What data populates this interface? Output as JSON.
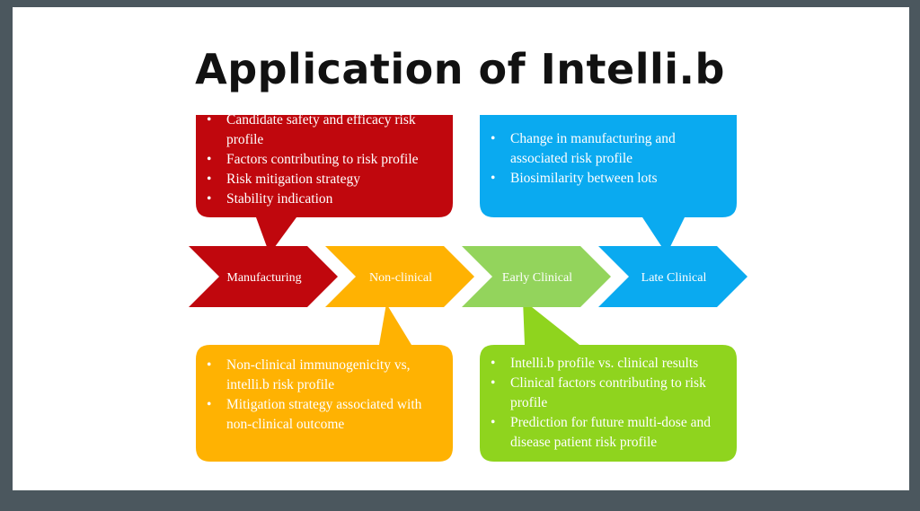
{
  "title": "Application of Intelli.b",
  "colors": {
    "red": "#c0070d",
    "orange": "#ffb202",
    "green": "#8fd41e",
    "light_green": "#93d45c",
    "blue": "#0aaaf0"
  },
  "steps": [
    {
      "label": "Manufacturing"
    },
    {
      "label": "Non-clinical"
    },
    {
      "label": "Early Clinical"
    },
    {
      "label": "Late Clinical"
    }
  ],
  "callouts": {
    "manufacturing": {
      "items": [
        "Candidate safety and efficacy risk profile",
        "Factors contributing to risk profile",
        "Risk mitigation strategy",
        "Stability indication"
      ]
    },
    "late_clinical": {
      "items": [
        "Change in manufacturing and associated risk profile",
        "Biosimilarity  between lots"
      ]
    },
    "non_clinical": {
      "items": [
        "Non-clinical immunogenicity vs, intelli.b risk profile",
        "Mitigation strategy associated with non-clinical outcome"
      ]
    },
    "early_clinical": {
      "items": [
        "Intelli.b profile vs. clinical  results",
        "Clinical factors contributing to risk profile",
        "Prediction for future multi-dose and disease patient risk profile"
      ]
    }
  }
}
